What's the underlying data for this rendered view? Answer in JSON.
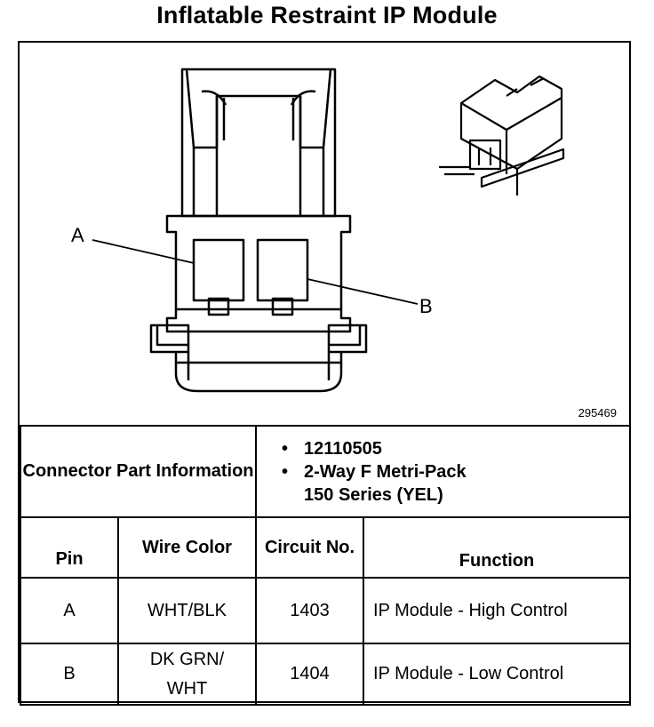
{
  "title": "Inflatable Restraint IP Module",
  "figure_number": "295469",
  "callouts": {
    "a": "A",
    "b": "B"
  },
  "connector_info": {
    "label": "Connector Part Information",
    "items": [
      "12110505",
      "2-Way F Metri-Pack",
      "150 Series (YEL)"
    ]
  },
  "table": {
    "headers": {
      "pin": "Pin",
      "wire_color": "Wire Color",
      "circuit": "Circuit No.",
      "function": "Function"
    },
    "rows": [
      {
        "pin": "A",
        "wire_color": "WHT/BLK",
        "circuit": "1403",
        "function": "IP Module - High Control"
      },
      {
        "pin": "B",
        "wire_color": "DK GRN/ WHT",
        "circuit": "1404",
        "function": "IP Module - Low Control"
      }
    ]
  },
  "colors": {
    "line": "#000000",
    "background": "#ffffff"
  }
}
